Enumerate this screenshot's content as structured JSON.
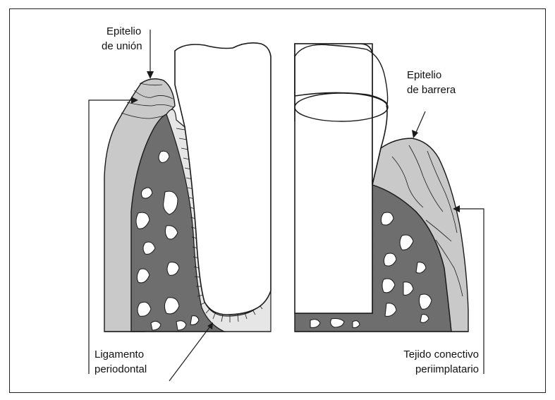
{
  "labels": {
    "junctional_epithelium": {
      "line1": "Epitelio",
      "line2": "de unión"
    },
    "barrier_epithelium": {
      "line1": "Epitelio",
      "line2": "de barrera"
    },
    "periodontal_ligament": {
      "line1": "Ligamento",
      "line2": "periodontal"
    },
    "periimplant_tissue": {
      "line1": "Tejido conectivo",
      "line2": "periimplatario"
    }
  },
  "colors": {
    "gingiva": "#c9c9c9",
    "bone": "#6e6e6e",
    "bone_dark": "#5c5c5c",
    "tooth": "#ffffff",
    "outline": "#1a1a1a"
  }
}
